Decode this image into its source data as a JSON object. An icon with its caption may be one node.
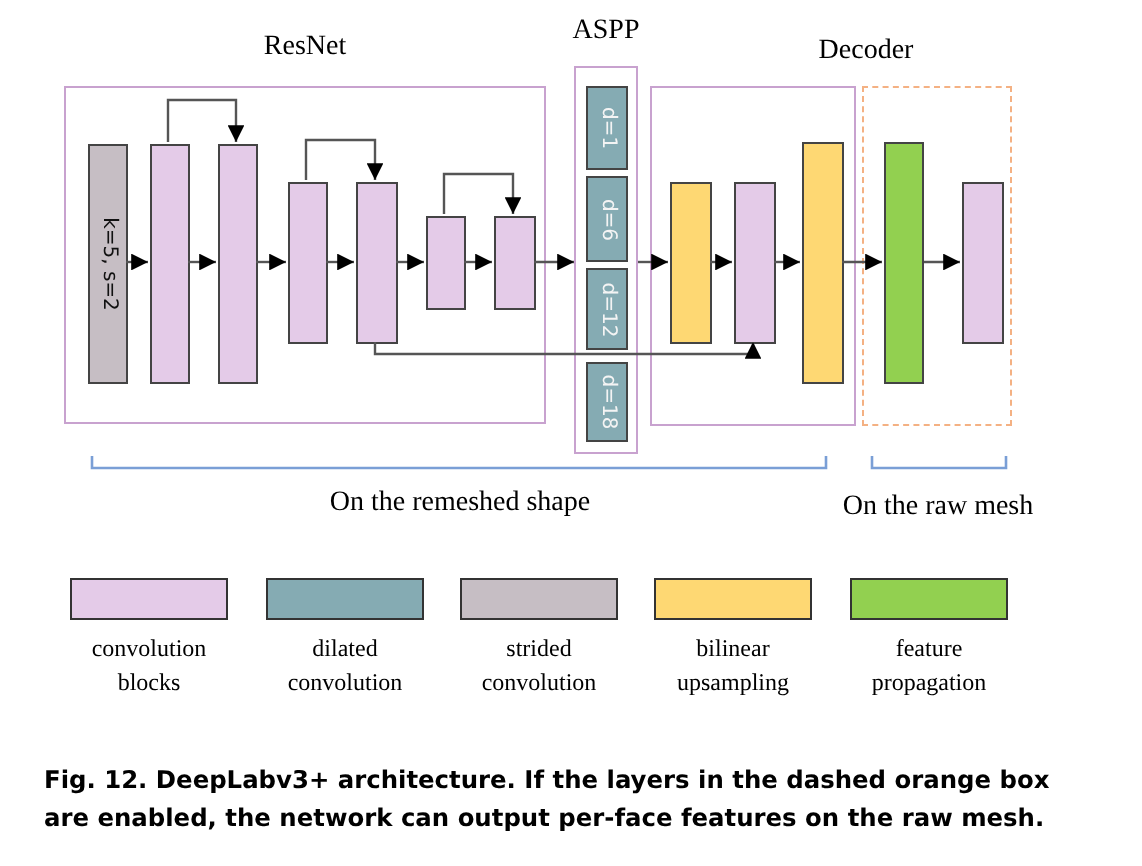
{
  "diagram": {
    "caption": "Fig. 12. DeepLabv3+ architecture. If the layers in the dashed orange box are enabled, the network can output per-face features on the raw mesh.",
    "nodes": [
      {
        "text": [
          "ResNet"
        ]
      },
      {
        "text": [
          "k=5, s=2"
        ],
        "in": 0
      },
      {
        "text": [],
        "shape": "box",
        "in": 0
      },
      {
        "text": [],
        "shape": "box",
        "in": 0
      },
      {
        "text": [],
        "shape": "box",
        "in": 0
      },
      {
        "text": [],
        "shape": "box",
        "in": 0
      },
      {
        "text": [],
        "shape": "box",
        "in": 0
      },
      {
        "text": [],
        "shape": "box",
        "in": 0
      },
      {
        "text": [
          "ASPP"
        ]
      },
      {
        "text": [
          "d=1"
        ],
        "in": 8
      },
      {
        "text": [
          "d=6"
        ],
        "in": 8
      },
      {
        "text": [
          "d=12"
        ],
        "in": 8
      },
      {
        "text": [
          "d=18"
        ],
        "in": 8
      },
      {
        "text": [],
        "shape": "box"
      },
      {
        "text": [],
        "shape": "box",
        "in": 13
      },
      {
        "text": [],
        "shape": "box",
        "in": 13
      },
      {
        "text": [],
        "shape": "box",
        "in": 13
      },
      {
        "text": [],
        "shape": "box"
      },
      {
        "text": [],
        "shape": "box",
        "in": 17
      },
      {
        "text": [],
        "shape": "box",
        "in": 17
      }
    ],
    "edges": [
      {
        "from": 1,
        "to": 2,
        "arrow": "to"
      },
      {
        "from": 2,
        "to": 3,
        "arrow": "to"
      },
      {
        "from": 3,
        "to": 4,
        "arrow": "to"
      },
      {
        "from": 4,
        "to": 5,
        "arrow": "to"
      },
      {
        "from": 5,
        "to": 6,
        "arrow": "to"
      },
      {
        "from": 6,
        "to": 7,
        "arrow": "to"
      },
      {
        "from": 7,
        "to": 8,
        "arrow": "to"
      },
      {
        "from": 8,
        "to": 14,
        "arrow": "to"
      },
      {
        "from": 14,
        "to": 15,
        "arrow": "to"
      },
      {
        "from": 15,
        "to": 16,
        "arrow": "to"
      },
      {
        "from": 16,
        "to": 18,
        "arrow": "to"
      },
      {
        "from": 18,
        "to": 19,
        "arrow": "to"
      },
      {
        "from": 2,
        "to": 3,
        "arrow": "to"
      },
      {
        "from": 4,
        "to": 5,
        "arrow": "to"
      },
      {
        "from": 6,
        "to": 7,
        "arrow": "to"
      },
      {
        "from": 5,
        "to": 15,
        "arrow": "to"
      }
    ],
    "labels": [
      "Decoder",
      "On the remeshed shape",
      "On the raw mesh"
    ],
    "legend": [
      {
        "text": "convolution blocks",
        "color": "#e4cbe8"
      },
      {
        "text": "dilated convolution",
        "color": "#85abb3"
      },
      {
        "text": "strided convolution",
        "color": "#c6bec4"
      },
      {
        "text": "bilinear upsampling",
        "color": "#fed873"
      },
      {
        "text": "feature propagation",
        "color": "#92d050"
      }
    ]
  }
}
